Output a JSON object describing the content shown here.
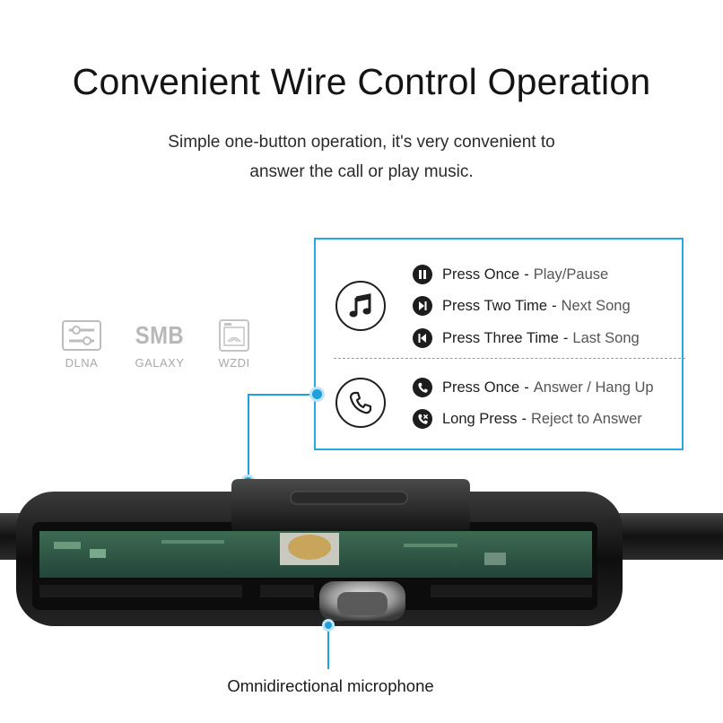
{
  "header": {
    "title": "Convenient Wire Control Operation",
    "subtitle_line1": "Simple one-button operation, it's very convenient to",
    "subtitle_line2": "answer the call or play music."
  },
  "certs": [
    {
      "icon": "dlna-logo-icon",
      "caption": "DLNA"
    },
    {
      "icon": "smb-logo-icon",
      "logo_text": "SMB",
      "caption": "GALAXY"
    },
    {
      "icon": "wzdi-logo-icon",
      "caption": "WZDI"
    }
  ],
  "music_controls": [
    {
      "icon": "pause-icon",
      "action": "Press Once",
      "result": "Play/Pause"
    },
    {
      "icon": "next-track-icon",
      "action": "Press Two Time",
      "result": "Next Song"
    },
    {
      "icon": "previous-track-icon",
      "action": "Press Three Time",
      "result": "Last Song"
    }
  ],
  "call_controls": [
    {
      "icon": "phone-icon",
      "action": "Press Once",
      "result": "Answer / Hang Up"
    },
    {
      "icon": "reject-call-icon",
      "action": "Long Press",
      "result": "Reject to Answer"
    }
  ],
  "separator": "-",
  "microphone_label": "Omnidirectional microphone",
  "colors": {
    "accent": "#29a8e0",
    "text": "#1a1a1a",
    "muted": "#a8a8a8"
  }
}
